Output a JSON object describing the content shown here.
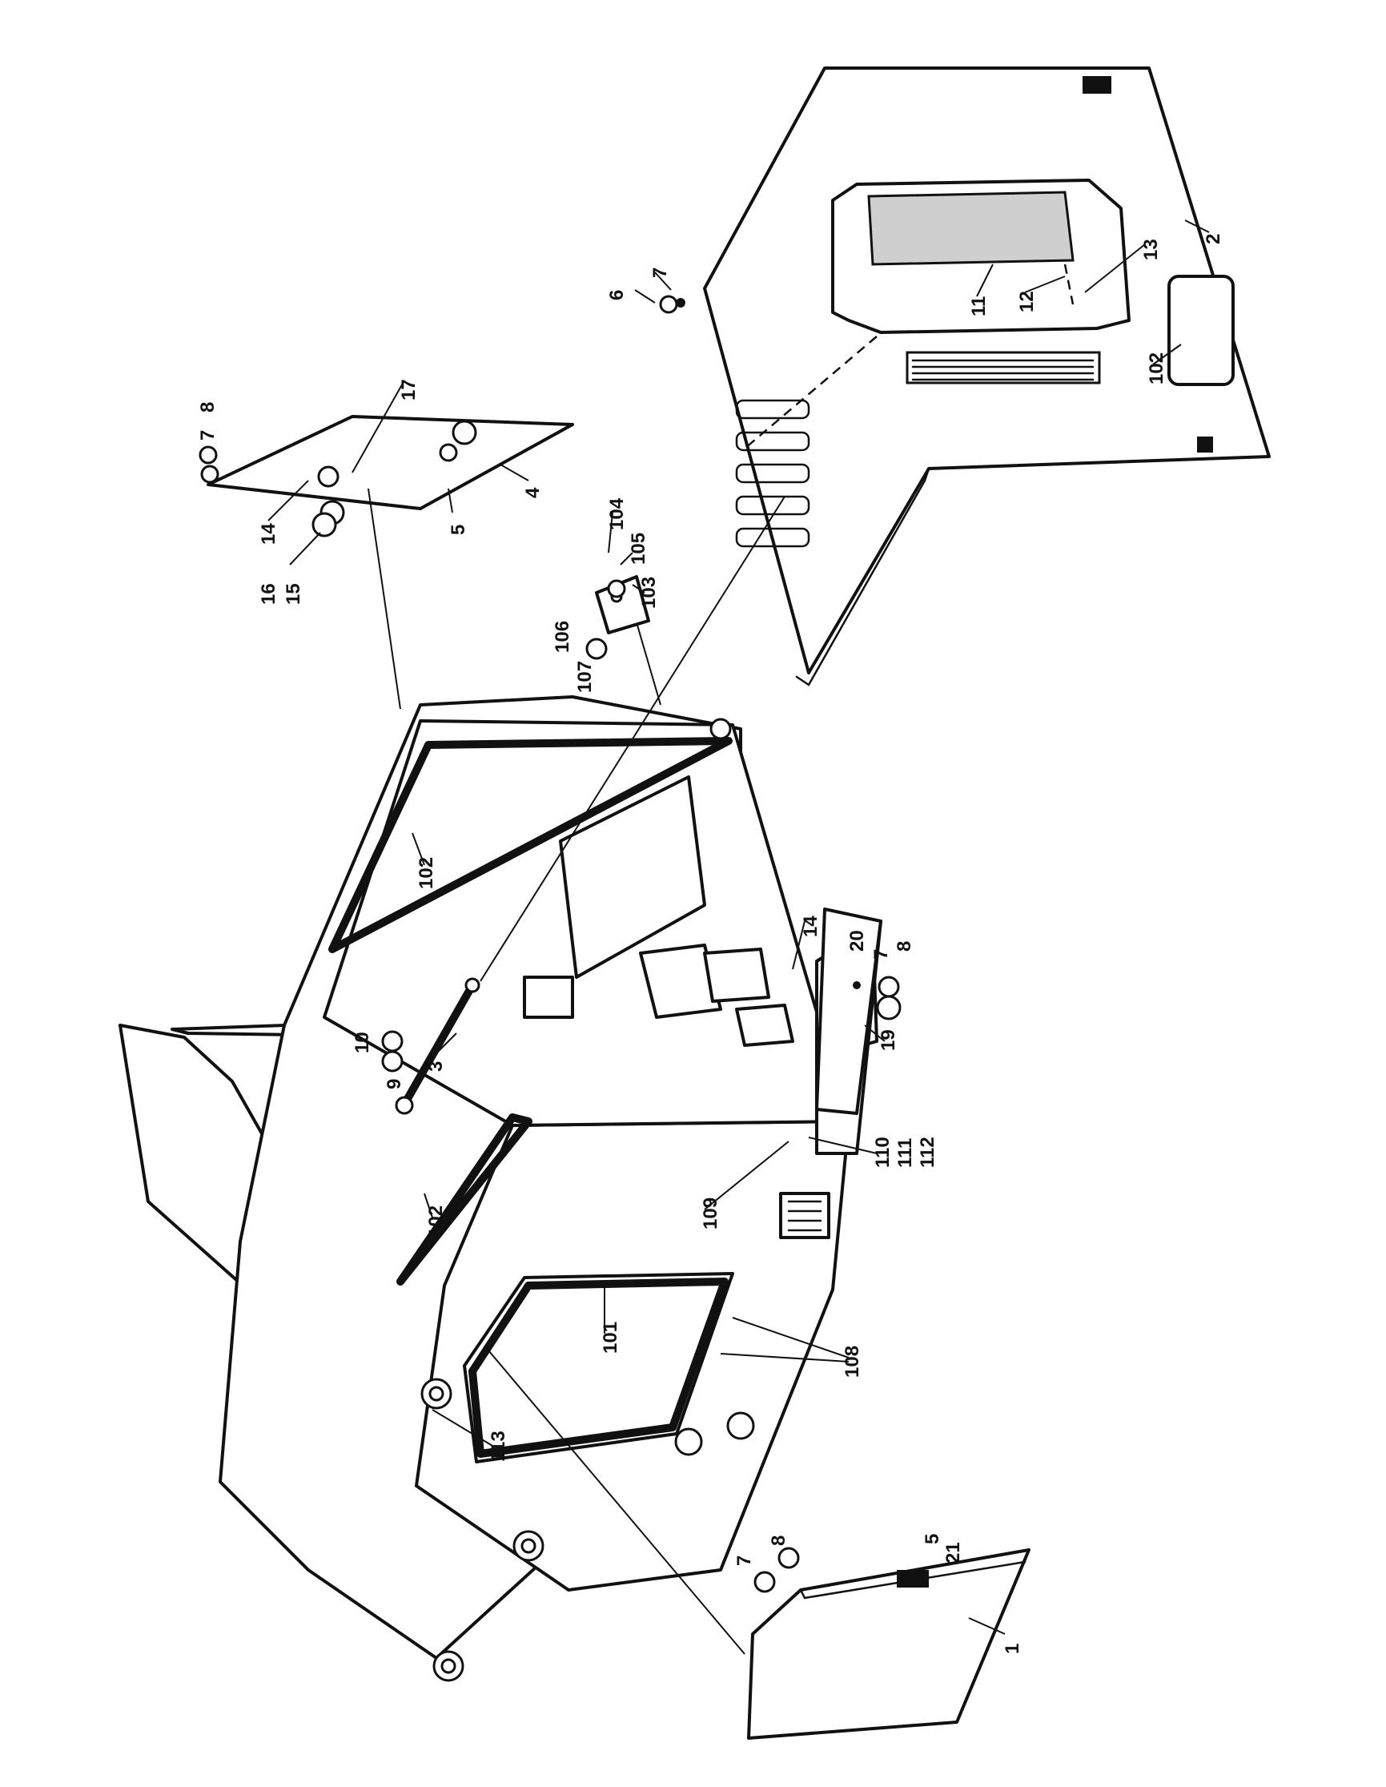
{
  "callouts": [
    {
      "id": "c1",
      "text": "1"
    },
    {
      "id": "c2",
      "text": "2"
    },
    {
      "id": "c3",
      "text": "3"
    },
    {
      "id": "c4",
      "text": "4"
    },
    {
      "id": "c5a",
      "text": "5"
    },
    {
      "id": "c5b",
      "text": "5"
    },
    {
      "id": "c6",
      "text": "6"
    },
    {
      "id": "c7a",
      "text": "7"
    },
    {
      "id": "c7b",
      "text": "7"
    },
    {
      "id": "c7c",
      "text": "7"
    },
    {
      "id": "c7d",
      "text": "7"
    },
    {
      "id": "c8a",
      "text": "8"
    },
    {
      "id": "c8b",
      "text": "8"
    },
    {
      "id": "c8c",
      "text": "8"
    },
    {
      "id": "c9",
      "text": "9"
    },
    {
      "id": "c10",
      "text": "10"
    },
    {
      "id": "c11",
      "text": "11"
    },
    {
      "id": "c12",
      "text": "12"
    },
    {
      "id": "c13",
      "text": "13"
    },
    {
      "id": "c14a",
      "text": "14"
    },
    {
      "id": "c14b",
      "text": "14"
    },
    {
      "id": "c15",
      "text": "15"
    },
    {
      "id": "c16",
      "text": "16"
    },
    {
      "id": "c17",
      "text": "17"
    },
    {
      "id": "c19",
      "text": "19"
    },
    {
      "id": "c20",
      "text": "20"
    },
    {
      "id": "c21",
      "text": "21"
    },
    {
      "id": "c101",
      "text": "101"
    },
    {
      "id": "c102a",
      "text": "102"
    },
    {
      "id": "c102b",
      "text": "102"
    },
    {
      "id": "c102c",
      "text": "102"
    },
    {
      "id": "c103",
      "text": "103"
    },
    {
      "id": "c104",
      "text": "104"
    },
    {
      "id": "c105",
      "text": "105"
    },
    {
      "id": "c106",
      "text": "106"
    },
    {
      "id": "c107",
      "text": "107"
    },
    {
      "id": "c108",
      "text": "108"
    },
    {
      "id": "c109",
      "text": "109"
    },
    {
      "id": "c110",
      "text": "110"
    },
    {
      "id": "c111",
      "text": "111"
    },
    {
      "id": "c112",
      "text": "112"
    },
    {
      "id": "c113",
      "text": "113"
    }
  ]
}
